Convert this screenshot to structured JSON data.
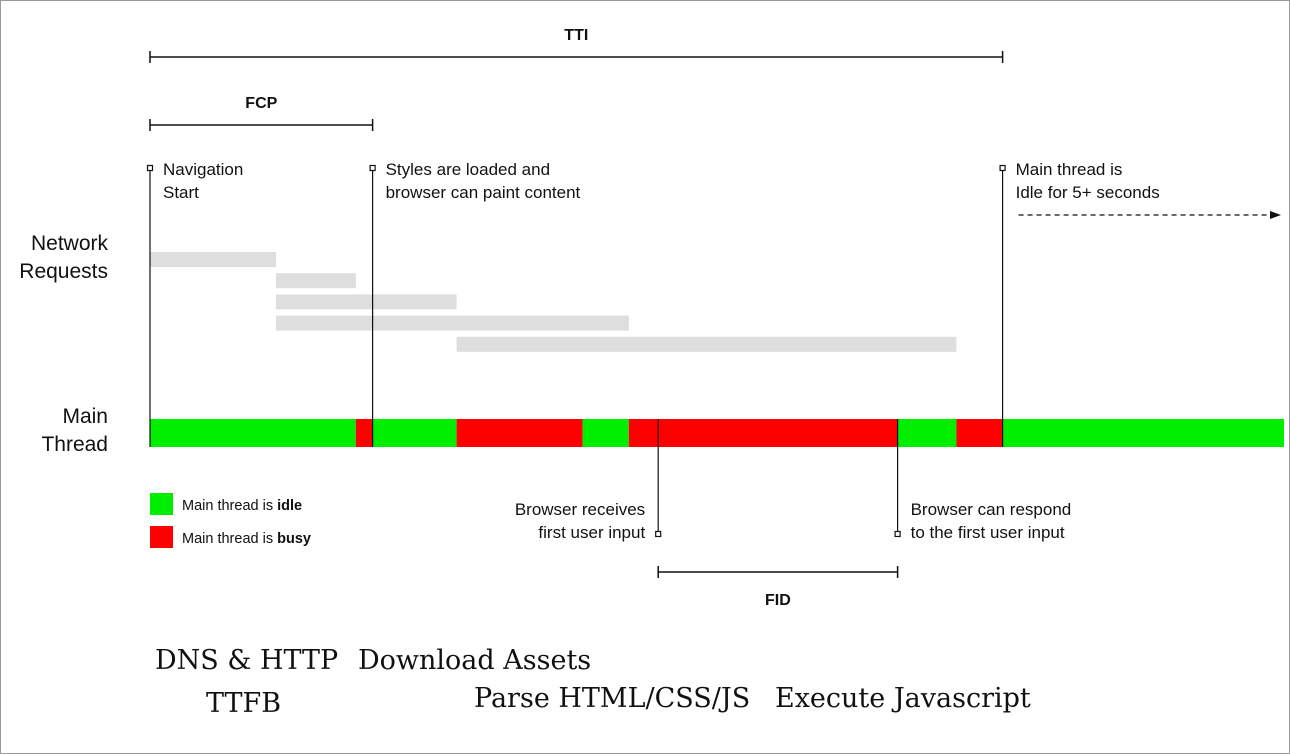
{
  "colors": {
    "idle": "#00ee00",
    "busy": "#ff0000",
    "request": "#dedede",
    "line": "#111111"
  },
  "spans": [
    {
      "key": "tti",
      "label": "TTI",
      "start": 0,
      "end": 20.3
    },
    {
      "key": "fcp",
      "label": "FCP",
      "start": 0,
      "end": 5.3
    },
    {
      "key": "fid",
      "label": "FID",
      "start": 12.1,
      "end": 17.8
    }
  ],
  "markers": [
    {
      "key": "navigation-start",
      "lines": [
        "Navigation",
        "Start"
      ],
      "time": 0
    },
    {
      "key": "styles-loaded",
      "lines": [
        "Styles are loaded and",
        "browser can paint content"
      ],
      "time": 5.3
    },
    {
      "key": "main-thread-idle",
      "lines": [
        "Main thread is",
        "Idle for 5+ seconds"
      ],
      "time": 20.3
    }
  ],
  "input_markers": [
    {
      "key": "first-input",
      "lines": [
        "Browser receives",
        "first user input"
      ],
      "time": 12.1,
      "align": "right"
    },
    {
      "key": "respond-input",
      "lines": [
        "Browser can respond",
        "to the first user input"
      ],
      "time": 17.8,
      "align": "left"
    }
  ],
  "rows": {
    "network": {
      "lines": [
        "Network",
        "Requests"
      ]
    },
    "main": {
      "lines": [
        "Main",
        "Thread"
      ]
    }
  },
  "network_requests": [
    {
      "start": 0,
      "end": 3.0
    },
    {
      "start": 3.0,
      "end": 4.9
    },
    {
      "start": 3.0,
      "end": 7.3
    },
    {
      "start": 3.0,
      "end": 11.4
    },
    {
      "start": 7.3,
      "end": 19.2
    }
  ],
  "main_thread": [
    {
      "start": 0,
      "end": 4.9,
      "state": "idle"
    },
    {
      "start": 4.9,
      "end": 5.3,
      "state": "busy"
    },
    {
      "start": 5.3,
      "end": 7.3,
      "state": "idle"
    },
    {
      "start": 7.3,
      "end": 10.3,
      "state": "busy"
    },
    {
      "start": 10.3,
      "end": 11.4,
      "state": "idle"
    },
    {
      "start": 11.4,
      "end": 17.8,
      "state": "busy"
    },
    {
      "start": 17.8,
      "end": 19.2,
      "state": "idle"
    },
    {
      "start": 19.2,
      "end": 20.3,
      "state": "busy"
    },
    {
      "start": 20.3,
      "end": 27.0,
      "state": "idle"
    }
  ],
  "legend": [
    {
      "state": "idle",
      "prefix": "Main thread is ",
      "emph": "idle"
    },
    {
      "state": "busy",
      "prefix": "Main thread is ",
      "emph": "busy"
    }
  ],
  "phases": [
    "DNS & HTTP",
    "Download Assets",
    "TTFB",
    "Parse HTML/CSS/JS",
    "Execute Javascript"
  ]
}
